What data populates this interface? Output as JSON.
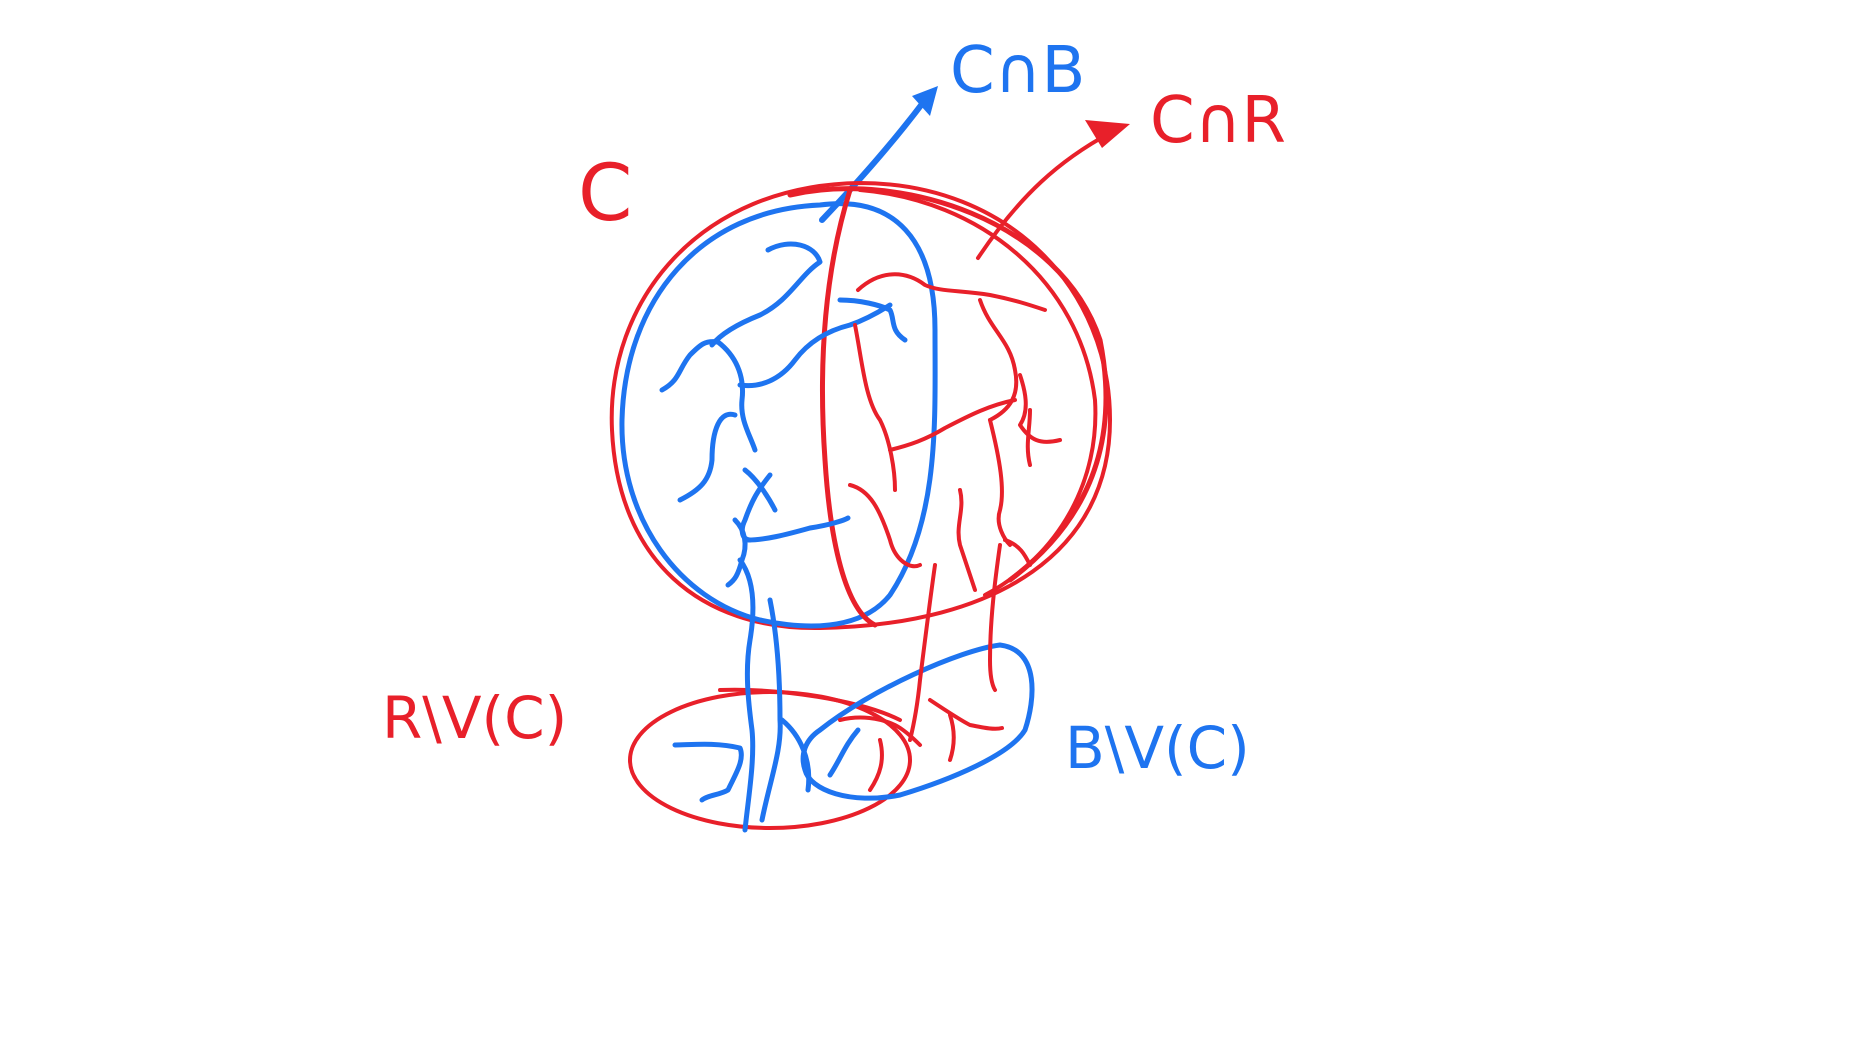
{
  "colors": {
    "red": "#e8202a",
    "blue": "#1e74f0",
    "background": "#ffffff"
  },
  "labels": {
    "c": "C",
    "c_cap_b": "C∩B",
    "c_cap_r": "C∩R",
    "r_minus_vc": "R\\V(C)",
    "b_minus_vc": "B\\V(C)"
  }
}
